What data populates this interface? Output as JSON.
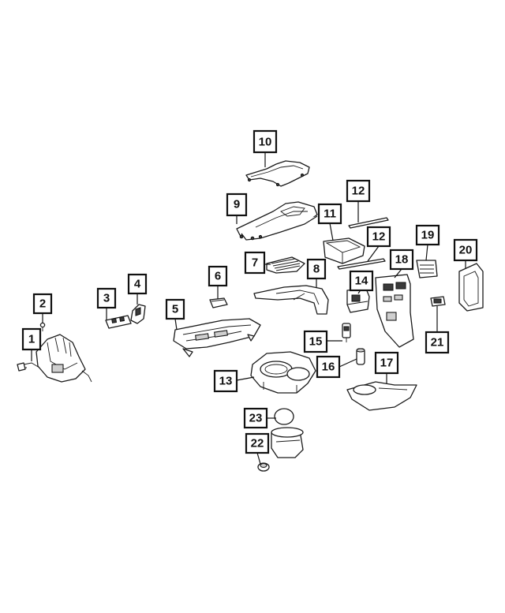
{
  "diagram": {
    "callouts": [
      {
        "id": "1",
        "label": "1"
      },
      {
        "id": "2",
        "label": "2"
      },
      {
        "id": "3",
        "label": "3"
      },
      {
        "id": "4",
        "label": "4"
      },
      {
        "id": "5",
        "label": "5"
      },
      {
        "id": "6",
        "label": "6"
      },
      {
        "id": "7",
        "label": "7"
      },
      {
        "id": "8",
        "label": "8"
      },
      {
        "id": "9",
        "label": "9"
      },
      {
        "id": "10",
        "label": "10"
      },
      {
        "id": "11",
        "label": "11"
      },
      {
        "id": "12a",
        "label": "12"
      },
      {
        "id": "12b",
        "label": "12"
      },
      {
        "id": "13",
        "label": "13"
      },
      {
        "id": "14",
        "label": "14"
      },
      {
        "id": "15",
        "label": "15"
      },
      {
        "id": "16",
        "label": "16"
      },
      {
        "id": "17",
        "label": "17"
      },
      {
        "id": "18",
        "label": "18"
      },
      {
        "id": "19",
        "label": "19"
      },
      {
        "id": "20",
        "label": "20"
      },
      {
        "id": "21",
        "label": "21"
      },
      {
        "id": "22",
        "label": "22"
      },
      {
        "id": "23",
        "label": "23"
      }
    ]
  }
}
